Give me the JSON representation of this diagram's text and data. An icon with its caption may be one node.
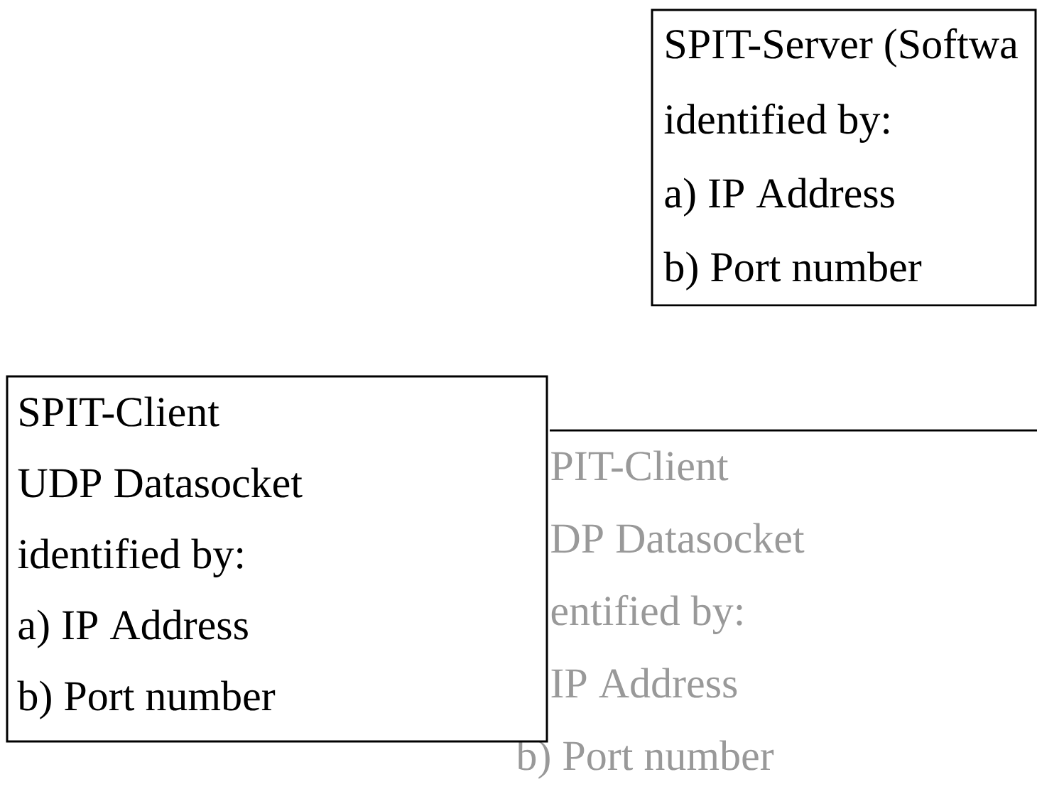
{
  "diagram": {
    "nodes": [
      {
        "text": [
          "SPIT-Server (Softwa",
          "identified by:",
          "a) IP Address",
          "b) Port number"
        ]
      },
      {
        "text": [
          "PIT-Client",
          "DP Datasocket",
          "entified by:",
          "IP Address",
          "b) Port number"
        ]
      },
      {
        "text": [
          "SPIT-Client",
          "UDP Datasocket",
          "identified by:",
          "a) IP Address",
          "b) Port number"
        ]
      }
    ]
  }
}
